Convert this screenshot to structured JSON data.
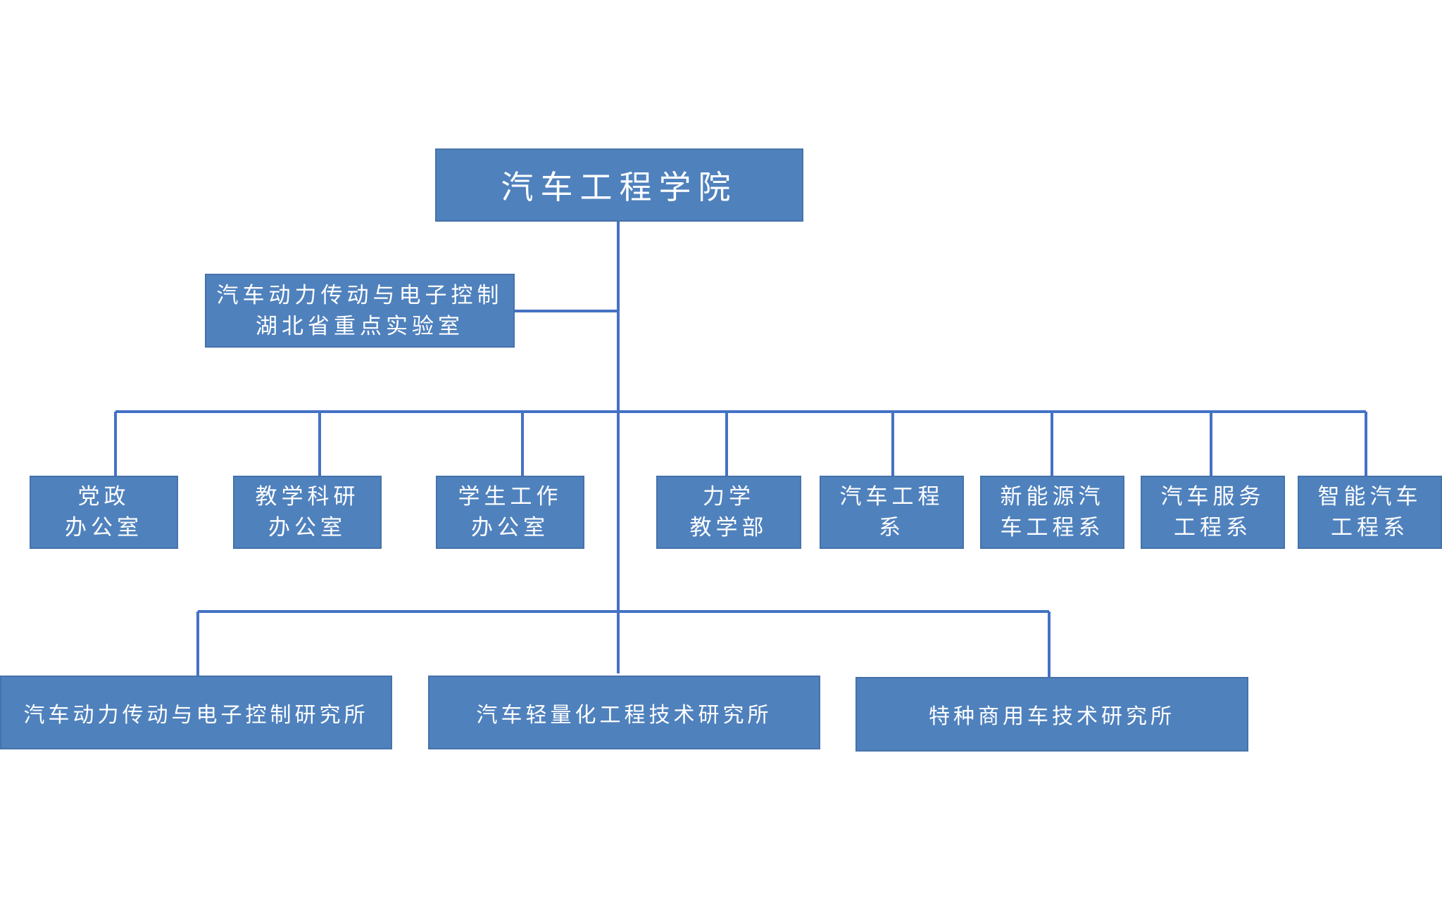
{
  "root": {
    "label": "汽车工程学院"
  },
  "lab": {
    "line1": "汽车动力传动与电子控制",
    "line2": "湖北省重点实验室"
  },
  "units": [
    {
      "line1": "党政",
      "line2": "办公室"
    },
    {
      "line1": "教学科研",
      "line2": "办公室"
    },
    {
      "line1": "学生工作",
      "line2": "办公室"
    },
    {
      "line1": "力学",
      "line2": "教学部"
    },
    {
      "line1": "汽车工程",
      "line2": "系"
    },
    {
      "line1": "新能源汽",
      "line2": "车工程系"
    },
    {
      "line1": "汽车服务",
      "line2": "工程系"
    },
    {
      "line1": "智能汽车",
      "line2": "工程系"
    }
  ],
  "institutes": [
    {
      "label": "汽车动力传动与电子控制研究所"
    },
    {
      "label": "汽车轻量化工程技术研究所"
    },
    {
      "label": "特种商用车技术研究所"
    }
  ],
  "colors": {
    "box_fill": "#4f81bd",
    "box_border": "#4672aa",
    "line": "#4472c4",
    "text": "#ffffff"
  }
}
